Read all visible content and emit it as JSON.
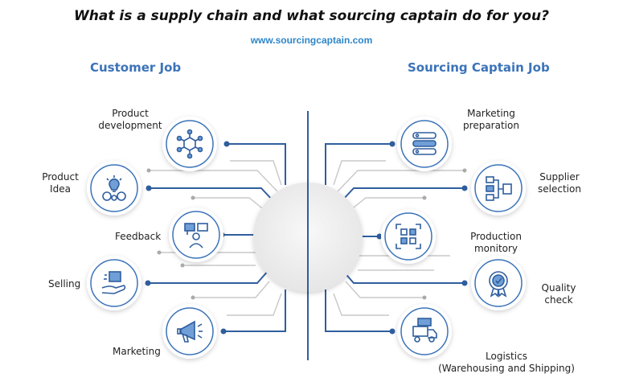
{
  "header": {
    "title": "What is a supply chain and what sourcing captain do for you?",
    "url": "www.sourcingcaptain.com"
  },
  "columns": {
    "left_title": "Customer Job",
    "right_title": "Sourcing Captain Job"
  },
  "left_items": [
    {
      "label_1": "Product",
      "label_2": "development",
      "icon": "gear-network-icon"
    },
    {
      "label_1": "Product",
      "label_2": "Idea",
      "icon": "lightbulb-gears-icon"
    },
    {
      "label_1": "Feedback",
      "label_2": "",
      "icon": "presenter-feedback-icon"
    },
    {
      "label_1": "Selling",
      "label_2": "",
      "icon": "hand-box-icon"
    },
    {
      "label_1": "Marketing",
      "label_2": "",
      "icon": "megaphone-icon"
    }
  ],
  "right_items": [
    {
      "label_1": "Marketing",
      "label_2": "preparation",
      "icon": "stacked-layers-icon"
    },
    {
      "label_1": "Supplier",
      "label_2": "selection",
      "icon": "supplier-tree-icon"
    },
    {
      "label_1": "Production",
      "label_2": "monitory",
      "icon": "qr-scan-icon"
    },
    {
      "label_1": "Quality",
      "label_2": "check",
      "icon": "quality-badge-icon"
    },
    {
      "label_1": "Logistics",
      "label_2": "(Warehousing and Shipping)",
      "icon": "truck-boxes-icon"
    }
  ],
  "colors": {
    "accent": "#3b73b9",
    "url": "#2e86c9",
    "line_dark": "#2f5e9e",
    "line_light": "#c8c8c8",
    "circle_border": "#3b73b9",
    "center_fill": "#efefef"
  }
}
